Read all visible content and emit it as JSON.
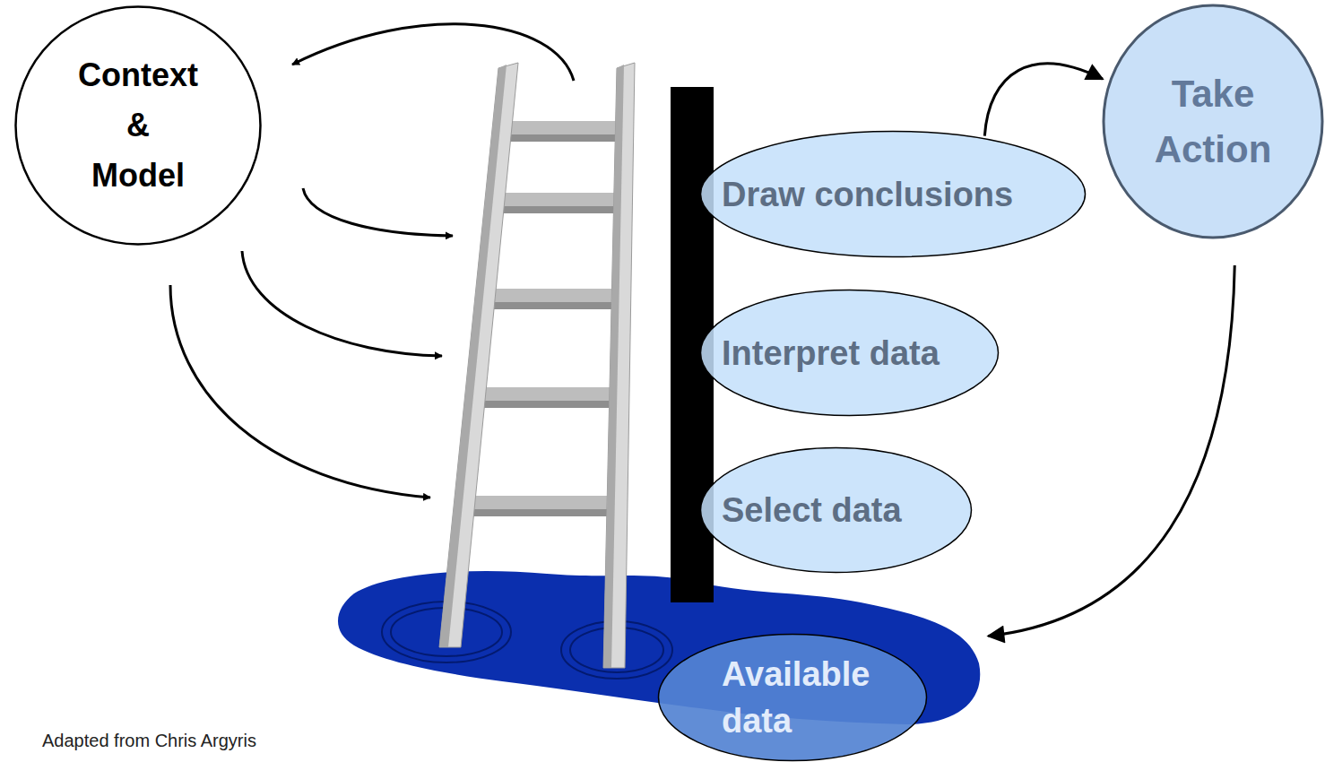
{
  "diagram": {
    "nodes": [
      {
        "text": [
          "Context & Model"
        ]
      },
      {
        "text": [
          "Take Action"
        ]
      },
      {
        "text": [
          "Draw conclusions"
        ]
      },
      {
        "text": [
          "Interpret data"
        ]
      },
      {
        "text": [
          "Select data"
        ]
      },
      {
        "text": [
          "Available data"
        ]
      }
    ],
    "edges": [
      {
        "from": 2,
        "to": 1,
        "arrow": "to"
      },
      {
        "from": 1,
        "to": 5,
        "arrow": "to"
      }
    ],
    "labels": [
      "Adapted from Chris Argyris"
    ]
  }
}
